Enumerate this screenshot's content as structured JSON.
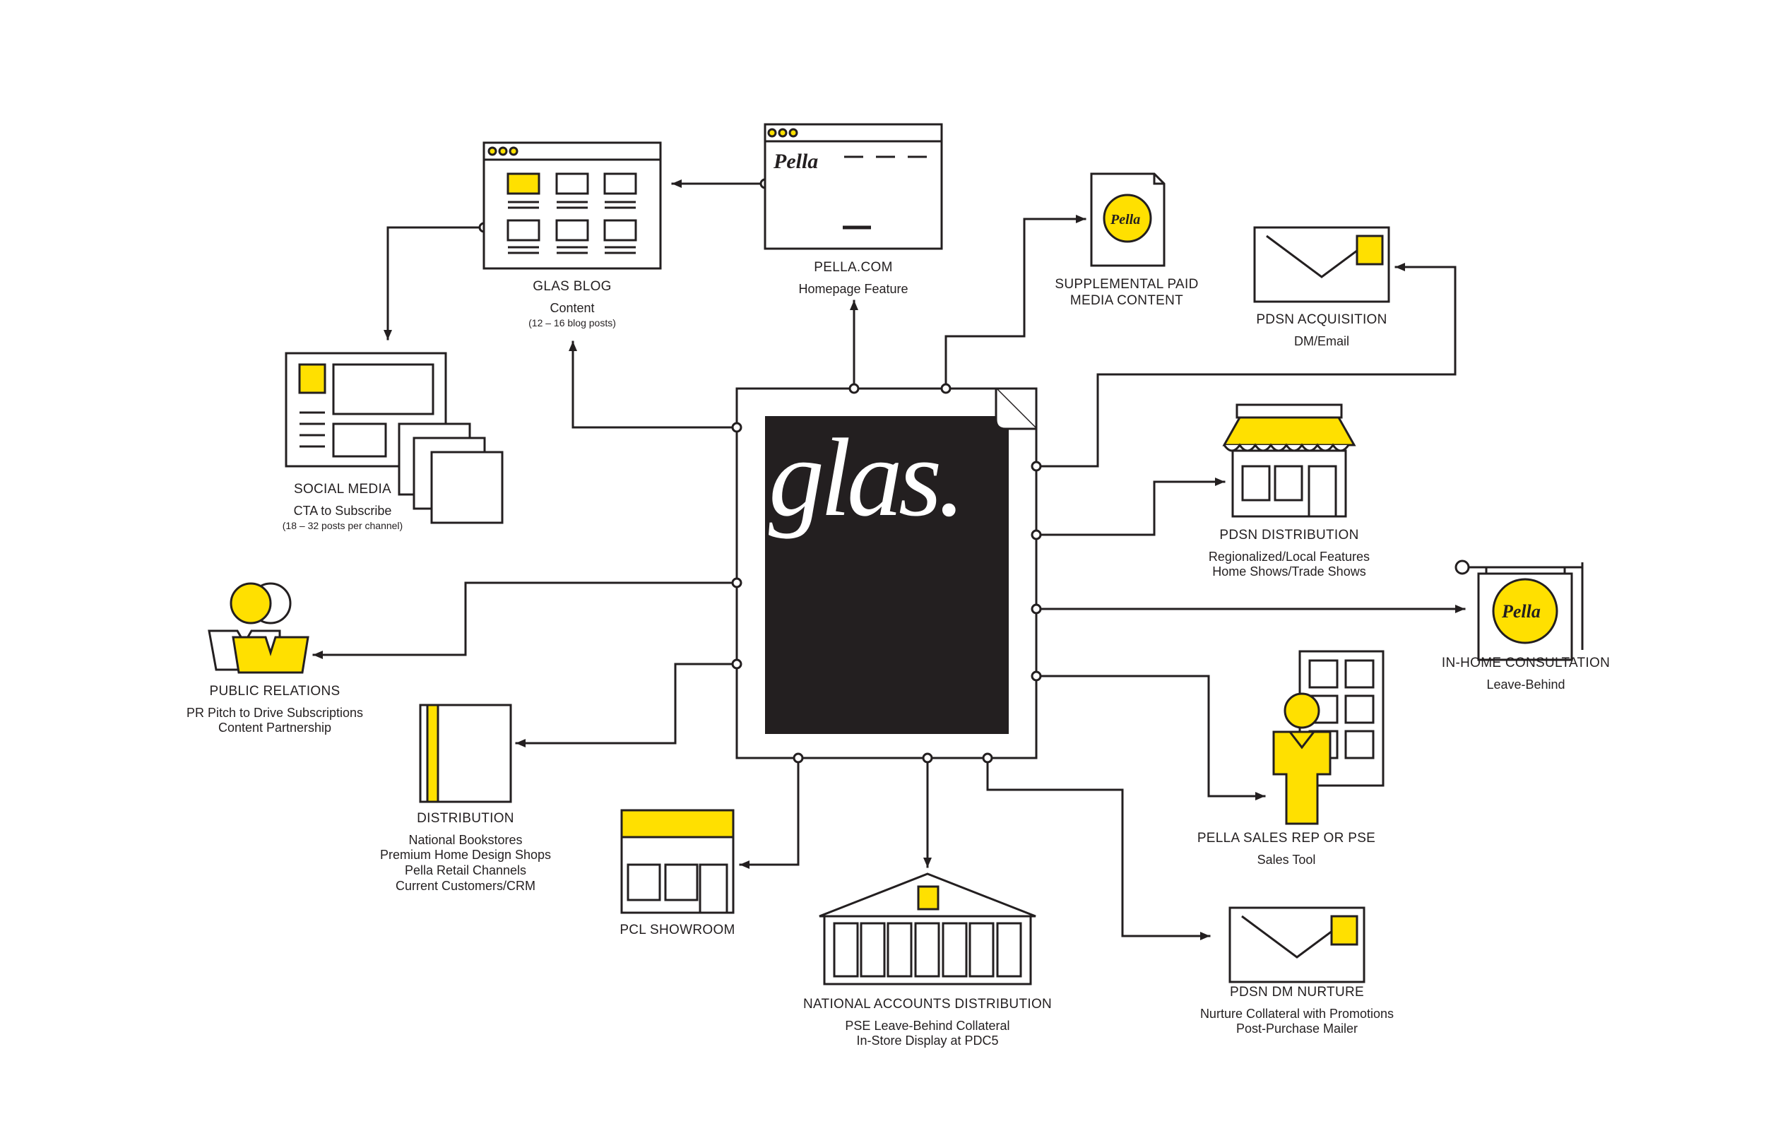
{
  "colors": {
    "accent": "#ffe000",
    "ink": "#231f20",
    "background": "#ffffff"
  },
  "center": {
    "title": "glas."
  },
  "brand": {
    "logo_text": "Pella"
  },
  "nodes": {
    "pella_com": {
      "title": "PELLA.COM",
      "subtitle": "Homepage Feature"
    },
    "glas_blog": {
      "title": "GLAS BLOG",
      "subtitle": "Content",
      "note": "(12 – 16 blog posts)"
    },
    "social_media": {
      "title": "SOCIAL MEDIA",
      "subtitle": "CTA to Subscribe",
      "note": "(18 – 32 posts per channel)"
    },
    "supplemental": {
      "title_lines": [
        "SUPPLEMENTAL PAID",
        "MEDIA CONTENT"
      ]
    },
    "pdsn_acquisition": {
      "title": "PDSN ACQUISITION",
      "subtitle": "DM/Email"
    },
    "pdsn_distribution": {
      "title": "PDSN DISTRIBUTION",
      "subtitle_lines": [
        "Regionalized/Local Features",
        "Home Shows/Trade Shows"
      ]
    },
    "in_home": {
      "title": "IN-HOME CONSULTATION",
      "subtitle": "Leave-Behind"
    },
    "sales_rep": {
      "title": "PELLA SALES REP OR PSE",
      "subtitle": "Sales Tool"
    },
    "pdsn_nurture": {
      "title": "PDSN DM NURTURE",
      "subtitle_lines": [
        "Nurture Collateral with Promotions",
        "Post-Purchase Mailer"
      ]
    },
    "national_accounts": {
      "title": "NATIONAL ACCOUNTS DISTRIBUTION",
      "subtitle_lines": [
        "PSE Leave-Behind Collateral",
        "In-Store Display at PDC5"
      ]
    },
    "pcl_showroom": {
      "title": "PCL SHOWROOM"
    },
    "distribution": {
      "title": "DISTRIBUTION",
      "subtitle_lines": [
        "National Bookstores",
        "Premium Home Design Shops",
        "Pella Retail Channels",
        "Current Customers/CRM"
      ]
    },
    "public_relations": {
      "title": "PUBLIC RELATIONS",
      "subtitle_lines": [
        "PR Pitch to Drive Subscriptions",
        "Content Partnership"
      ]
    }
  }
}
